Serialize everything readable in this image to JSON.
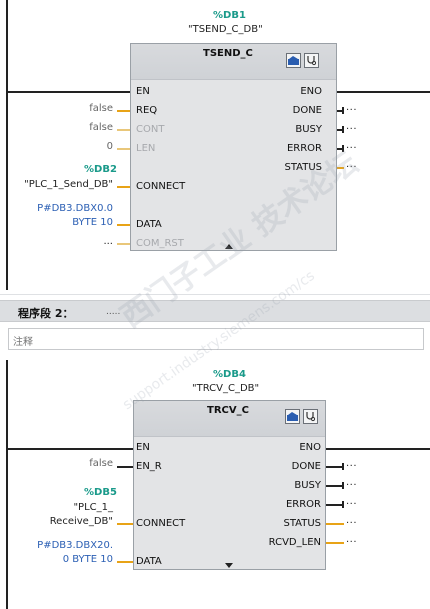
{
  "network1": {
    "instance": {
      "number": "%DB1",
      "name": "\"TSEND_C_DB\""
    },
    "block_title": "TSEND_C",
    "inputs": [
      {
        "param": "",
        "pin": "EN",
        "active": true
      },
      {
        "param": "false",
        "pin": "REQ",
        "active": true
      },
      {
        "param": "false",
        "pin": "CONT",
        "active": false
      },
      {
        "param": "0",
        "pin": "LEN",
        "active": false
      },
      {
        "db": "%DB2",
        "param": "\"PLC_1_Send_DB\"",
        "pin": "CONNECT",
        "active": true
      },
      {
        "param_lines": [
          "P#DB3.DBX0.0",
          "BYTE 10"
        ],
        "pin": "DATA",
        "active": true
      },
      {
        "param": "...",
        "pin": "COM_RST",
        "active": false
      }
    ],
    "outputs": [
      {
        "pin": "ENO",
        "value": ""
      },
      {
        "pin": "DONE",
        "value": "..."
      },
      {
        "pin": "BUSY",
        "value": "..."
      },
      {
        "pin": "ERROR",
        "value": "..."
      },
      {
        "pin": "STATUS",
        "value": "..."
      }
    ]
  },
  "segment2": {
    "title": "程序段 2：",
    "dots": ".....",
    "comment": "注释"
  },
  "network2": {
    "instance": {
      "number": "%DB4",
      "name": "\"TRCV_C_DB\""
    },
    "block_title": "TRCV_C",
    "inputs": [
      {
        "param": "",
        "pin": "EN",
        "active": true
      },
      {
        "param": "false",
        "pin": "EN_R",
        "active": true
      },
      {
        "db": "%DB5",
        "param_lines": [
          "\"PLC_1_",
          "Receive_DB\""
        ],
        "pin": "CONNECT",
        "active": true
      },
      {
        "param_lines": [
          "P#DB3.DBX20.",
          "0 BYTE 10"
        ],
        "pin": "DATA",
        "active": true
      }
    ],
    "outputs": [
      {
        "pin": "ENO",
        "value": ""
      },
      {
        "pin": "DONE",
        "value": "..."
      },
      {
        "pin": "BUSY",
        "value": "..."
      },
      {
        "pin": "ERROR",
        "value": "..."
      },
      {
        "pin": "STATUS",
        "value": "..."
      },
      {
        "pin": "RCVD_LEN",
        "value": "..."
      }
    ]
  },
  "watermark": {
    "line1": "西门子工业 技术论坛",
    "line2": "support.industry.siemens.com/cs"
  },
  "colors": {
    "db_number": "#1a9a8a",
    "param_blue": "#2b5fb4",
    "wire_orange": "#e8a317",
    "block_bg": "#e3e4e6"
  },
  "icons": [
    "block-graphic-icon",
    "block-stethoscope-icon"
  ]
}
